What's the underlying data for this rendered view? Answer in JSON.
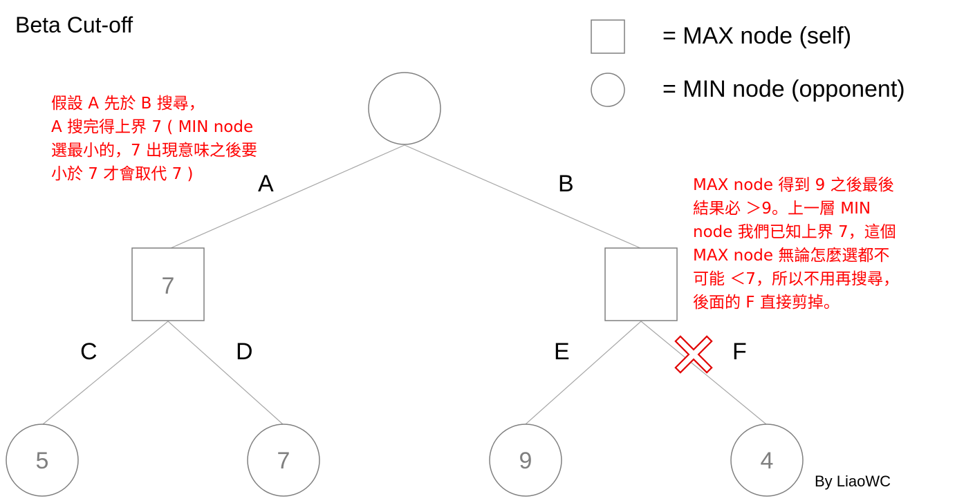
{
  "title": "Beta Cut-off",
  "credit": "By LiaoWC",
  "legend": {
    "max_label": "= MAX node (self)",
    "min_label": "= MIN node (opponent)"
  },
  "edges": {
    "a": "A",
    "b": "B",
    "c": "C",
    "d": "D",
    "e": "E",
    "f": "F"
  },
  "nodes": {
    "root": "",
    "max_a": "7",
    "max_b": "",
    "leaf_c": "5",
    "leaf_d": "7",
    "leaf_e": "9",
    "leaf_f": "4"
  },
  "notes": {
    "left": "假設 A 先於 B 搜尋，\nA 搜完得上界 7 ( MIN node\n選最小的，7 出現意味之後要\n小於 7 才會取代 7 )",
    "right": "MAX node 得到 9 之後最後\n結果必 ＞9。上一層 MIN\nnode 我們已知上界 7，這個\nMAX node 無論怎麼選都不\n可能 ＜7，所以不用再搜尋，\n後面的 F 直接剪掉。"
  },
  "colors": {
    "line": "#a6a6a6",
    "node_stroke": "#7f7f7f",
    "value_text": "#7f7f7f",
    "note_text": "#ff0000",
    "cut_mark": "#e00000"
  },
  "icons": {
    "cut": "cross-mark-icon"
  }
}
